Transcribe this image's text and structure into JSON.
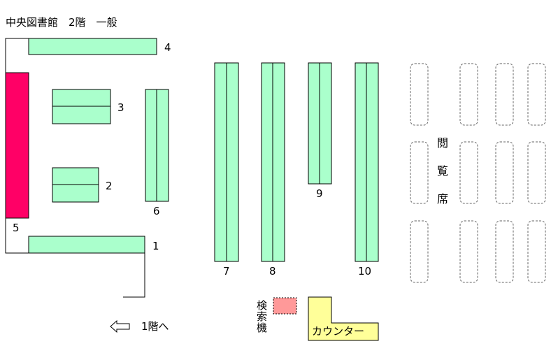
{
  "title": "中央図書館　2階　一般",
  "colors": {
    "shelf_fill": "#aaffcc",
    "wall_shelf_fill": "#ff0066",
    "search_fill": "#ff9999",
    "counter_fill": "#ffff99",
    "line": "#000000",
    "seat_stroke": "#666666"
  },
  "shelves": [
    {
      "id": "1",
      "label": "1"
    },
    {
      "id": "2",
      "label": "2"
    },
    {
      "id": "3",
      "label": "3"
    },
    {
      "id": "4",
      "label": "4"
    },
    {
      "id": "5",
      "label": "5"
    },
    {
      "id": "6",
      "label": "6"
    },
    {
      "id": "7",
      "label": "7"
    },
    {
      "id": "8",
      "label": "8"
    },
    {
      "id": "9",
      "label": "9"
    },
    {
      "id": "10",
      "label": "10"
    }
  ],
  "reading_area": {
    "chars": [
      "閲",
      "覧",
      "席"
    ]
  },
  "search_terminal": {
    "chars": [
      "検",
      "索",
      "機"
    ]
  },
  "counter": {
    "label": "カウンター"
  },
  "exit": {
    "label": "1階へ",
    "icon": "left-arrow-icon"
  }
}
